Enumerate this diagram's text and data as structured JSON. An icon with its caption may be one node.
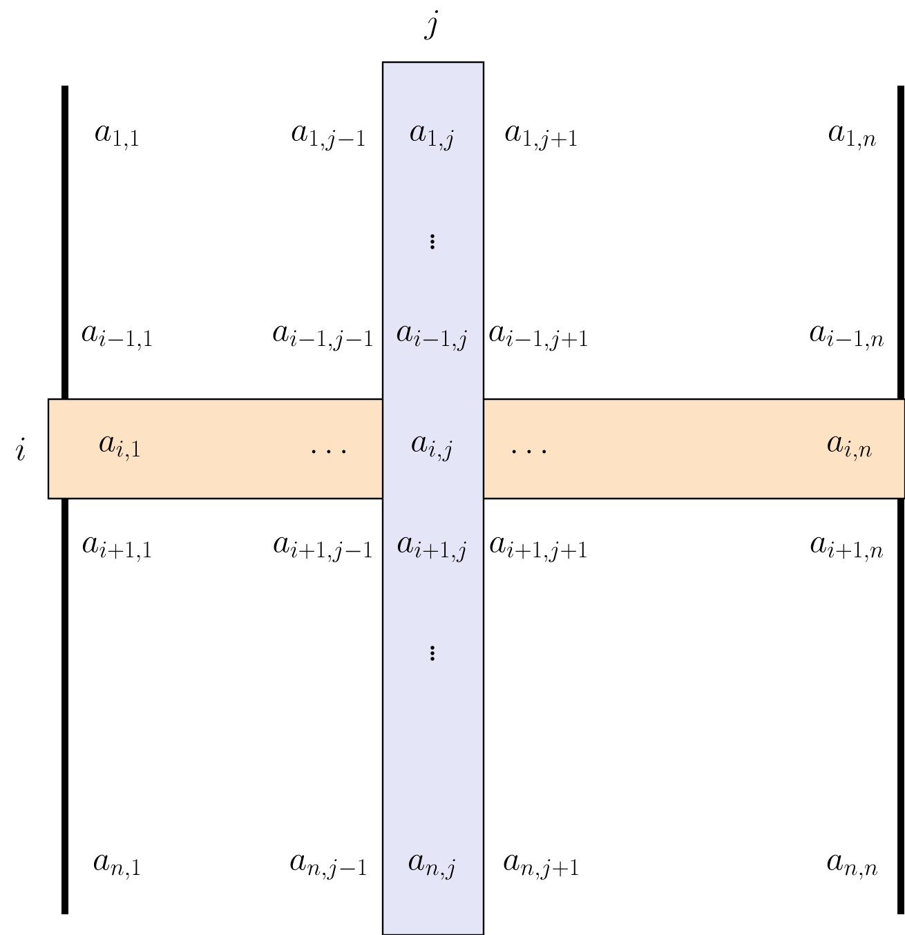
{
  "diagram": {
    "nodes": [
      {
        "text": [
          "j",
          "a_{1,j}",
          "\\vdots",
          "a_{i-1,j}",
          "a_{i+1,j}",
          "\\vdots",
          "a_{n,j}"
        ]
      },
      {
        "text": [
          "i",
          "a_{i,1}",
          "\\dots",
          "\\dots",
          "a_{i,n}"
        ]
      }
    ],
    "labels": [
      "a_{1,1}",
      "a_{1,j-1}",
      "a_{1,j+1}",
      "a_{1,n}",
      "a_{i-1,1}",
      "a_{i-1,j-1}",
      "a_{i-1,j+1}",
      "a_{i-1,n}",
      "a_{i,j}",
      "a_{i+1,1}",
      "a_{i+1,j-1}",
      "a_{i+1,j+1}",
      "a_{i+1,n}",
      "a_{n,1}",
      "a_{n,j-1}",
      "a_{n,j+1}",
      "a_{n,n}"
    ]
  }
}
